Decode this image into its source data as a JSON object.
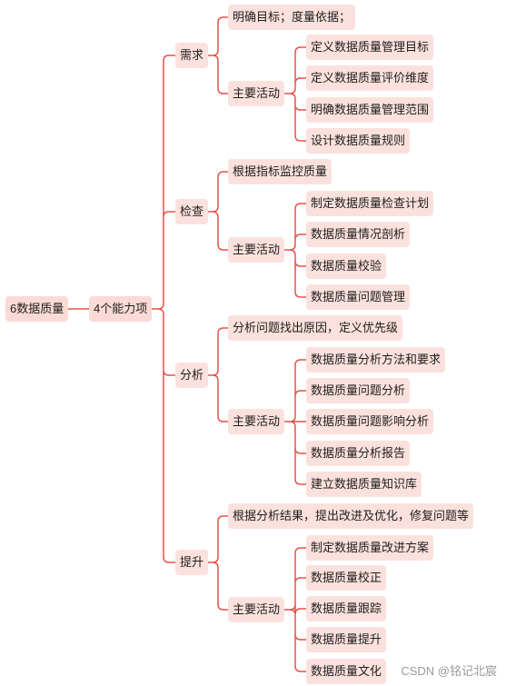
{
  "root": "6数据质量",
  "hub": "4个能力项",
  "branches": [
    {
      "label": "需求",
      "goal": "明确目标；度量依据；",
      "activity_label": "主要活动",
      "activities": [
        "定义数据质量管理目标",
        "定义数据质量评价维度",
        "明确数据质量管理范围",
        "设计数据质量规则"
      ]
    },
    {
      "label": "检查",
      "goal": "根据指标监控质量",
      "activity_label": "主要活动",
      "activities": [
        "制定数据质量检查计划",
        "数据质量情况剖析",
        "数据质量校验",
        "数据质量问题管理"
      ]
    },
    {
      "label": "分析",
      "goal": "分析问题找出原因，定义优先级",
      "activity_label": "主要活动",
      "activities": [
        "数据质量分析方法和要求",
        "数据质量问题分析",
        "数据质量问题影响分析",
        "数据质量分析报告",
        "建立数据质量知识库"
      ]
    },
    {
      "label": "提升",
      "goal": "根据分析结果，提出改进及优化，修复问题等",
      "activity_label": "主要活动",
      "activities": [
        "制定数据质量改进方案",
        "数据质量校正",
        "数据质量跟踪",
        "数据质量提升",
        "数据质量文化"
      ]
    }
  ],
  "watermark": "CSDN @铭记北宸",
  "colors": {
    "node_fill": "#fbe1dd",
    "line": "#e8504a",
    "text": "#1e1e1e"
  }
}
